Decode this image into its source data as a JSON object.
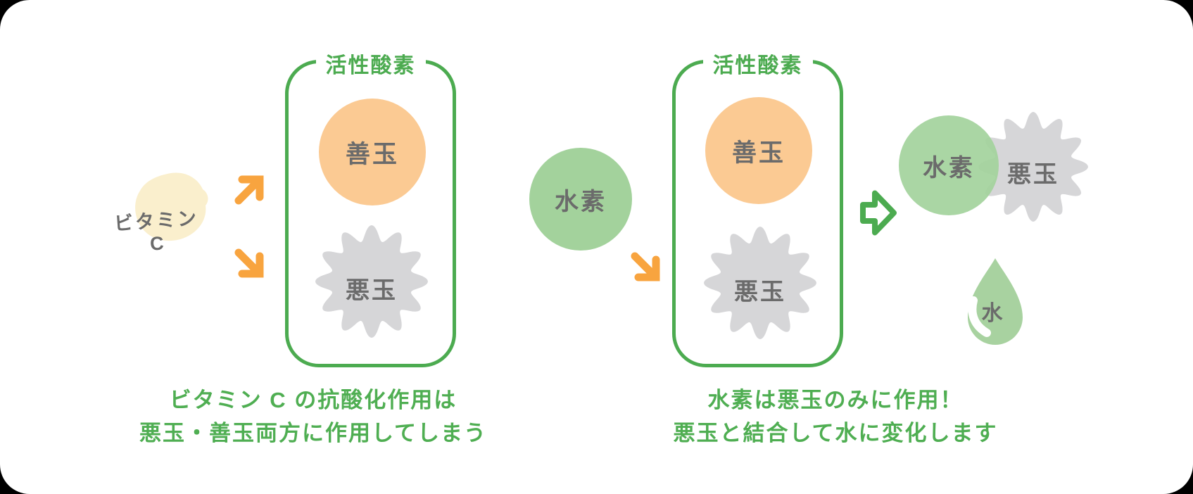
{
  "colors": {
    "page-bg": "#000000",
    "canvas-bg": "#ffffff",
    "green": "#4cab50",
    "caption-green": "#4fae52",
    "orange": "#f8a43f",
    "good-fill": "#fbca93",
    "gear-fill": "#d6d6d8",
    "hydrogen-fill": "#a3d29c",
    "drop-fill": "#a8d2a0",
    "lemon-fill": "#faefcd",
    "dark-text": "#6b6b6b"
  },
  "left_panel": {
    "agent_label": "ビタミン C",
    "box_title": "活性酸素",
    "good_label": "善玉",
    "bad_label": "悪玉",
    "caption_line1": "ビタミン C の抗酸化作用は",
    "caption_line2": "悪玉・善玉両方に作用してしまう"
  },
  "right_panel": {
    "agent_label": "水素",
    "box_title": "活性酸素",
    "good_label": "善玉",
    "bad_label": "悪玉",
    "result": {
      "hydrogen_label": "水素",
      "bad_label": "悪玉",
      "water_label": "水"
    },
    "caption_line1": "水素は悪玉のみに作用！",
    "caption_line2": "悪玉と結合して水に変化します"
  }
}
